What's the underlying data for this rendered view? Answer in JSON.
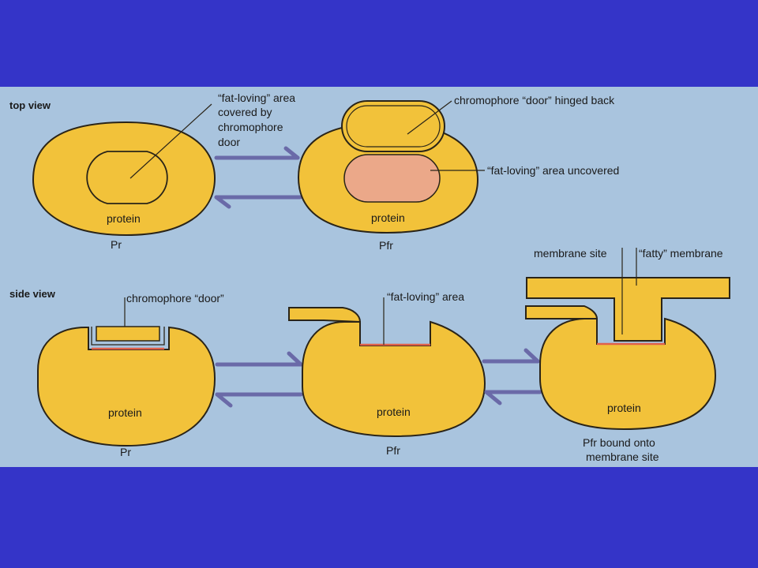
{
  "colors": {
    "slide_background": "#3434c8",
    "panel_background": "#a9c4de",
    "protein_fill": "#f2c23a",
    "protein_stroke": "#2a2418",
    "fat_area_fill": "#eba889",
    "fat_line": "#e0604a",
    "arrow_color": "#6a6aa8"
  },
  "top_view": {
    "heading": "top view",
    "pr": {
      "protein_label": "protein",
      "state_label": "Pr",
      "callout": [
        "“fat-loving” area",
        "covered by",
        "chromophore",
        "door"
      ]
    },
    "pfr": {
      "protein_label": "protein",
      "state_label": "Pfr",
      "door_callout": "chromophore “door” hinged back",
      "area_callout": "“fat-loving” area uncovered"
    }
  },
  "side_view": {
    "heading": "side view",
    "pr": {
      "protein_label": "protein",
      "state_label": "Pr",
      "door_callout": "chromophore “door”"
    },
    "pfr": {
      "protein_label": "protein",
      "state_label": "Pfr",
      "area_callout": "“fat-loving” area"
    },
    "bound": {
      "protein_label": "protein",
      "state_label": [
        "Pfr bound onto",
        "membrane site"
      ],
      "membrane_site_label": "membrane site",
      "membrane_label": "“fatty” membrane"
    }
  }
}
